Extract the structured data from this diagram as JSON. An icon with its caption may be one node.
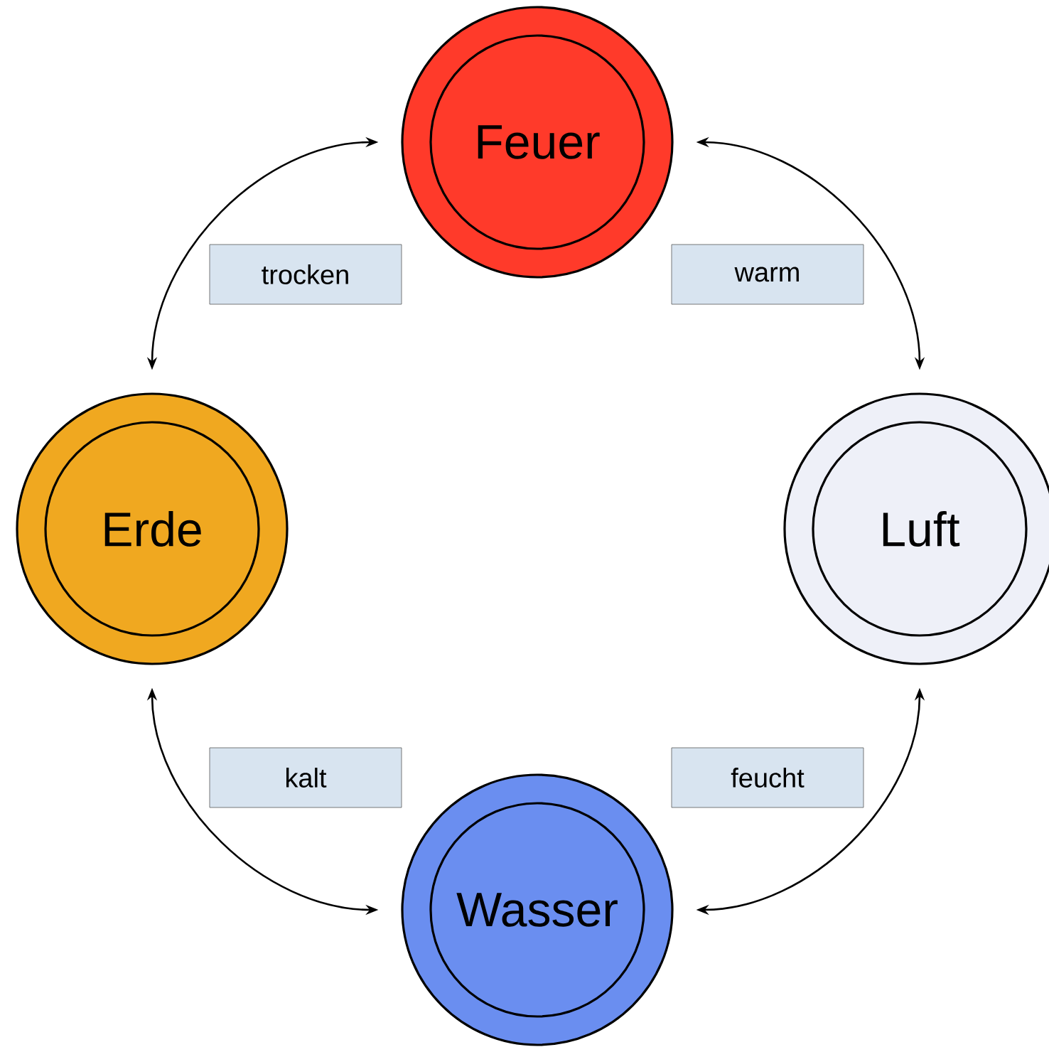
{
  "diagram": {
    "nodes": [
      {
        "text": [
          "Feuer"
        ]
      },
      {
        "text": [
          "Erde"
        ]
      },
      {
        "text": [
          "Luft"
        ]
      },
      {
        "text": [
          "Wasser"
        ]
      }
    ],
    "edges": [
      {
        "from": 0,
        "to": 1,
        "arrow": "both",
        "label": "trocken"
      },
      {
        "from": 0,
        "to": 2,
        "arrow": "both",
        "label": "warm"
      },
      {
        "from": 1,
        "to": 3,
        "arrow": "both",
        "label": "kalt"
      },
      {
        "from": 2,
        "to": 3,
        "arrow": "both",
        "label": "feucht"
      }
    ]
  }
}
